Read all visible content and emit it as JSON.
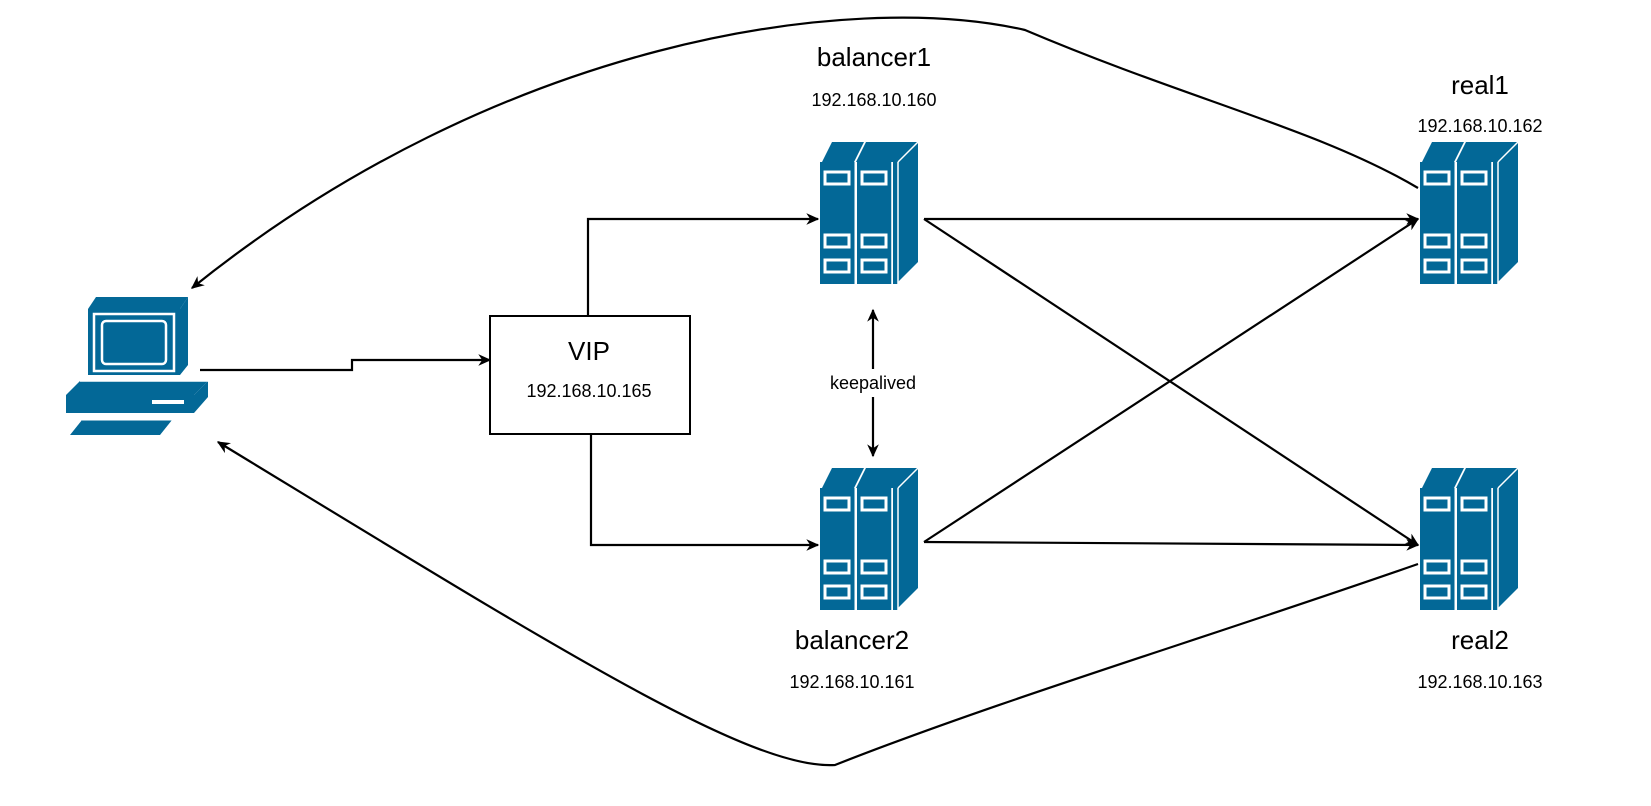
{
  "colors": {
    "device": "#036897",
    "device_dark": "#02527a",
    "slot": "#ffffff",
    "line": "#000000",
    "box_border": "#000000"
  },
  "nodes": {
    "client": {
      "icon": "computer-icon"
    },
    "vip": {
      "name": "VIP",
      "ip": "192.168.10.165"
    },
    "balancer1": {
      "name": "balancer1",
      "ip": "192.168.10.160",
      "icon": "server-icon"
    },
    "balancer2": {
      "name": "balancer2",
      "ip": "192.168.10.161",
      "icon": "server-icon"
    },
    "real1": {
      "name": "real1",
      "ip": "192.168.10.162",
      "icon": "server-icon"
    },
    "real2": {
      "name": "real2",
      "ip": "192.168.10.163",
      "icon": "server-icon"
    }
  },
  "edges": [
    {
      "from": "client",
      "to": "vip",
      "label": ""
    },
    {
      "from": "vip",
      "to": "balancer1",
      "label": ""
    },
    {
      "from": "vip",
      "to": "balancer2",
      "label": ""
    },
    {
      "from": "balancer1",
      "to": "balancer2",
      "label": "keepalived",
      "bidirectional": true
    },
    {
      "from": "balancer1",
      "to": "real1",
      "label": ""
    },
    {
      "from": "balancer1",
      "to": "real2",
      "label": ""
    },
    {
      "from": "balancer2",
      "to": "real1",
      "label": ""
    },
    {
      "from": "balancer2",
      "to": "real2",
      "label": ""
    },
    {
      "from": "real1",
      "to": "client",
      "label": ""
    },
    {
      "from": "real2",
      "to": "client",
      "label": ""
    }
  ]
}
